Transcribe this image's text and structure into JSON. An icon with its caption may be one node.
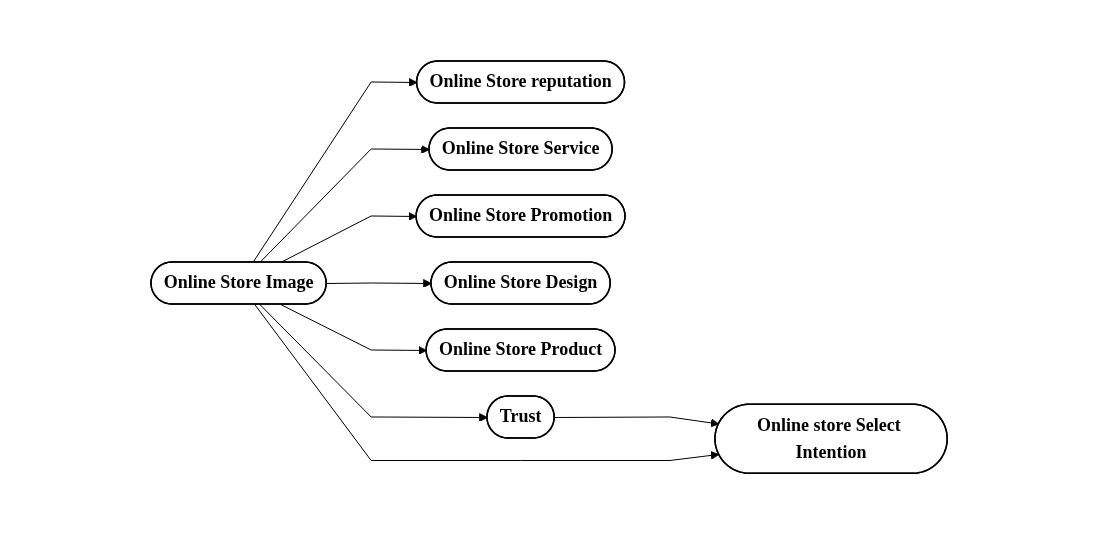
{
  "diagram": {
    "nodes": [
      {
        "text": [
          "Online Store reputation"
        ]
      },
      {
        "text": [
          "Online Store Service"
        ]
      },
      {
        "text": [
          "Online Store Promotion"
        ]
      },
      {
        "text": [
          "Online Store Design"
        ]
      },
      {
        "text": [
          "Online Store Product"
        ]
      },
      {
        "text": [
          "Online Store Image"
        ]
      },
      {
        "text": [
          "Trust"
        ]
      },
      {
        "text": [
          "Online store Select Intention"
        ]
      }
    ],
    "edges": [
      {
        "from": 5,
        "to": 0,
        "arrow": "to"
      },
      {
        "from": 5,
        "to": 1,
        "arrow": "to"
      },
      {
        "from": 5,
        "to": 2,
        "arrow": "to"
      },
      {
        "from": 5,
        "to": 3,
        "arrow": "to"
      },
      {
        "from": 5,
        "to": 4,
        "arrow": "to"
      },
      {
        "from": 5,
        "to": 6,
        "arrow": "to"
      },
      {
        "from": 6,
        "to": 7,
        "arrow": "to"
      },
      {
        "from": 5,
        "to": 7,
        "arrow": "to"
      }
    ]
  }
}
